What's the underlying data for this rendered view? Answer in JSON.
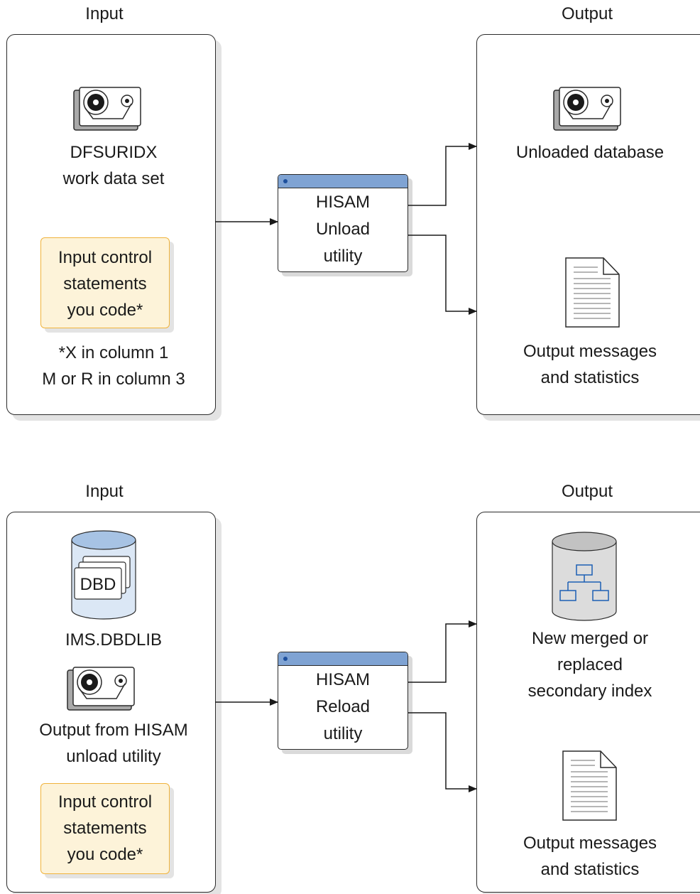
{
  "top": {
    "input_heading": "Input",
    "output_heading": "Output",
    "tape_label_1": "DFSURIDX",
    "tape_label_2": "work data set",
    "control_line_1": "Input control",
    "control_line_2": "statements",
    "control_line_3": "you code*",
    "footnote_line_1": "*X in column 1",
    "footnote_line_2": "M or R in column 3",
    "utility_line_1": "HISAM",
    "utility_line_2": "Unload",
    "utility_line_3": "utility",
    "output_1": "Unloaded database",
    "output_2_line_1": "Output messages",
    "output_2_line_2": "and statistics"
  },
  "bottom": {
    "input_heading": "Input",
    "output_heading": "Output",
    "dbd_text": "DBD",
    "dbdlib_label": "IMS.DBDLIB",
    "tape_label_1": "Output from HISAM",
    "tape_label_2": "unload utility",
    "control_line_1": "Input control",
    "control_line_2": "statements",
    "control_line_3": "you code*",
    "utility_line_1": "HISAM",
    "utility_line_2": "Reload",
    "utility_line_3": "utility",
    "output_1_line_1": "New merged or",
    "output_1_line_2": "replaced",
    "output_1_line_3": "secondary index",
    "output_2_line_1": "Output messages",
    "output_2_line_2": "and statistics"
  }
}
